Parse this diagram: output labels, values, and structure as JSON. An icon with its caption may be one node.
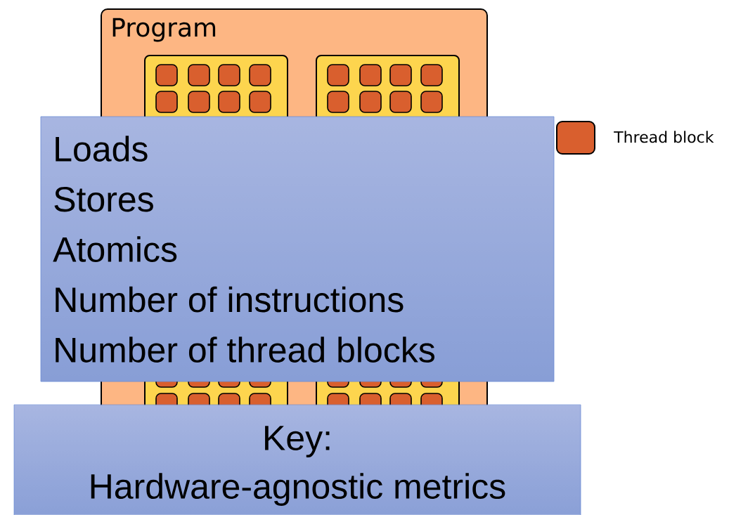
{
  "diagram": {
    "nodes": [
      {
        "text": [
          "Program"
        ]
      },
      {
        "text": [],
        "shape": "box",
        "in": 0
      },
      {
        "text": [],
        "shape": "box",
        "in": 0
      },
      {
        "text": [],
        "shape": "box",
        "in": 0
      },
      {
        "text": [],
        "shape": "box",
        "in": 0
      },
      {
        "text": [
          "Loads",
          "Stores",
          "Atomics",
          "Number of instructions",
          "Number of thread blocks"
        ]
      },
      {
        "text": [
          "Key:",
          "Hardware-agnostic metrics"
        ]
      }
    ],
    "legend": [
      {
        "text": "Thread block",
        "color": "#d95f2e"
      }
    ]
  }
}
